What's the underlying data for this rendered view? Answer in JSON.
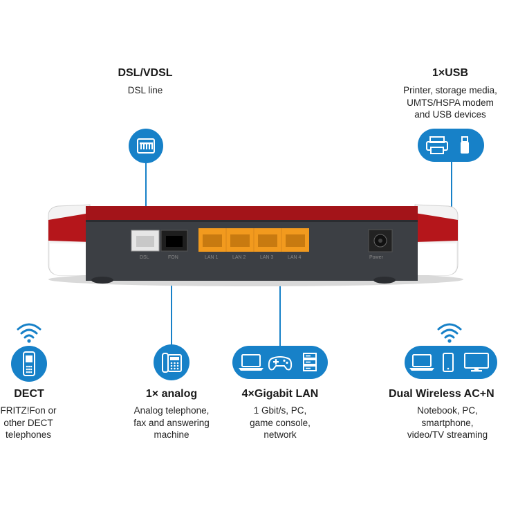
{
  "dsl": {
    "title": "DSL/VDSL",
    "lines": [
      "DSL line"
    ],
    "icon": "dsl-port-icon"
  },
  "usb": {
    "title": "1×USB",
    "lines": [
      "Printer, storage media,",
      "UMTS/HSPA modem",
      "and USB devices"
    ],
    "icons": [
      "printer-icon",
      "usb-stick-icon"
    ]
  },
  "dect": {
    "title": "DECT",
    "lines": [
      "FRITZ!Fon or",
      "other DECT",
      "telephones"
    ],
    "icons": [
      "wifi-signal-icon",
      "cordless-phone-icon"
    ]
  },
  "analog": {
    "title": "1× analog",
    "lines": [
      "Analog telephone,",
      "fax and answering",
      "machine"
    ],
    "icon": "desk-phone-icon"
  },
  "lan": {
    "title": "4×Gigabit LAN",
    "lines": [
      "1 Gbit/s, PC,",
      "game console,",
      "network"
    ],
    "icons": [
      "laptop-icon",
      "gamepad-icon",
      "server-icon"
    ]
  },
  "wireless": {
    "title": "Dual Wireless  AC+N",
    "lines": [
      "Notebook, PC,",
      "smartphone,",
      "video/TV streaming"
    ],
    "icons": [
      "wifi-signal-icon",
      "laptop-icon",
      "smartphone-icon",
      "monitor-icon"
    ]
  },
  "router_ports": {
    "dsl": "DSL",
    "fon": "FON",
    "lan1": "LAN 1",
    "lan2": "LAN 2",
    "lan3": "LAN 3",
    "lan4": "LAN 4",
    "power": "Power"
  },
  "colors": {
    "accent": "#1781c8",
    "router_body": "#3c3f44",
    "router_top": "#a31419",
    "lan_port": "#f29a1e"
  }
}
